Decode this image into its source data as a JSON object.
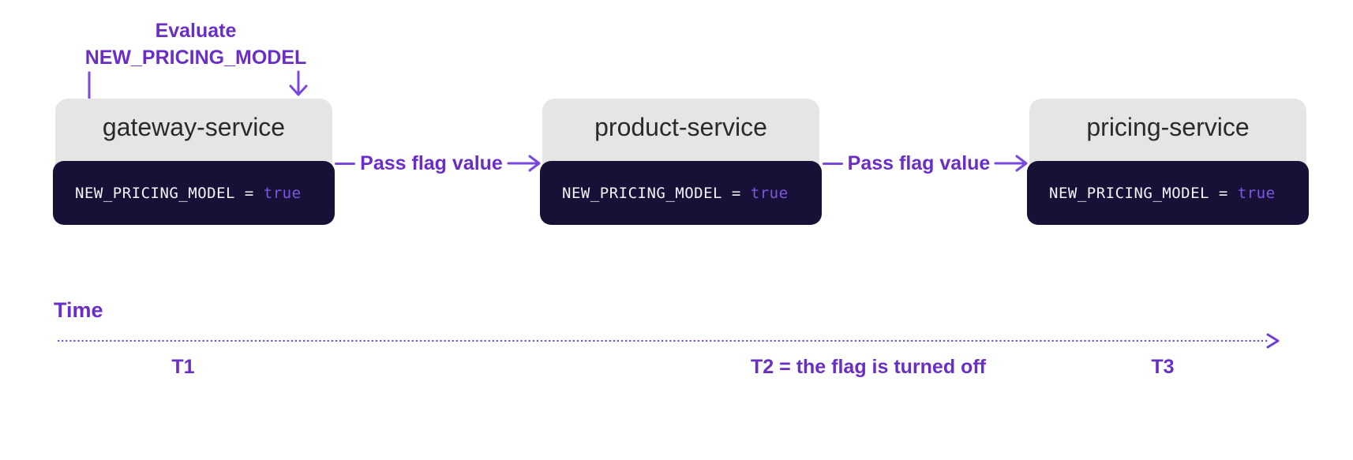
{
  "annotation": {
    "line1": "Evaluate",
    "line2": "NEW_PRICING_MODEL"
  },
  "services": [
    {
      "name": "gateway-service",
      "flag_code": "NEW_PRICING_MODEL = ",
      "flag_value": "true"
    },
    {
      "name": "product-service",
      "flag_code": "NEW_PRICING_MODEL = ",
      "flag_value": "true"
    },
    {
      "name": "pricing-service",
      "flag_code": "NEW_PRICING_MODEL = ",
      "flag_value": "true"
    }
  ],
  "connectors": [
    {
      "label": "Pass flag value"
    },
    {
      "label": "Pass flag value"
    }
  ],
  "timeline": {
    "label": "Time",
    "markers": [
      {
        "label": "T1"
      },
      {
        "label": "T2 = the flag is turned off"
      },
      {
        "label": "T3"
      }
    ]
  },
  "colors": {
    "purple_text": "#6b2ec5",
    "purple_line": "#7a47e0",
    "timeline_purple": "#6d3fd1",
    "code_background": "#171138",
    "header_background": "#e6e5e4",
    "code_text": "#f4f3f8",
    "code_value": "#7e57e2",
    "service_text": "#2a2a2a",
    "background": "#ffffff"
  }
}
